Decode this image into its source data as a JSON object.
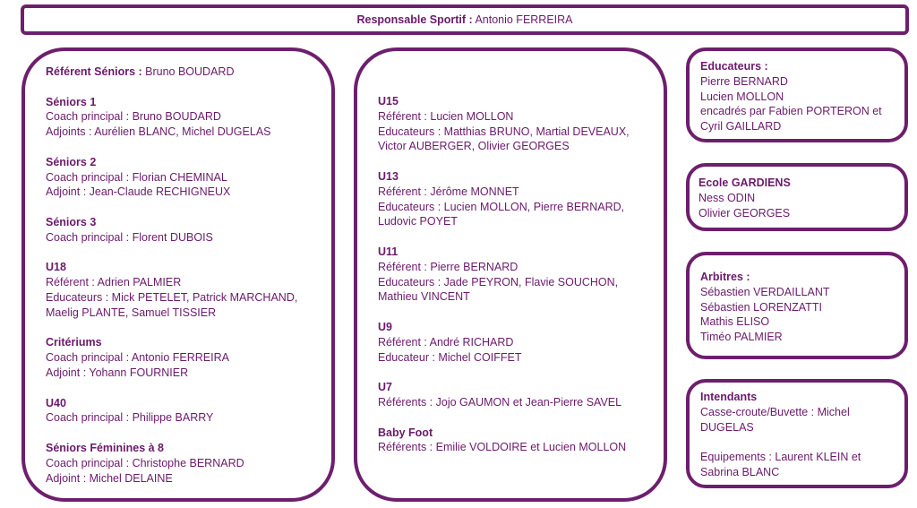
{
  "header": {
    "label": "Responsable Sportif :",
    "name": " Antonio FERREIRA"
  },
  "col1": {
    "referent_label": "Référent Séniors :",
    "referent_name": " Bruno BOUDARD",
    "groups": [
      {
        "title": "Séniors 1",
        "lines": [
          "Coach principal : Bruno BOUDARD",
          "Adjoints : Aurélien BLANC, Michel DUGELAS"
        ]
      },
      {
        "title": "Séniors 2",
        "lines": [
          "Coach principal : Florian CHEMINAL",
          "Adjoint : Jean-Claude RECHIGNEUX"
        ]
      },
      {
        "title": "Séniors 3",
        "lines": [
          "Coach principal : Florent DUBOIS"
        ]
      },
      {
        "title": "U18",
        "lines": [
          "Référent : Adrien PALMIER",
          "Educateurs : Mick PETELET, Patrick MARCHAND,",
          "Maelig PLANTE, Samuel TISSIER"
        ]
      },
      {
        "title": "Critériums",
        "lines": [
          "Coach principal : Antonio FERREIRA",
          "Adjoint : Yohann FOURNIER"
        ]
      },
      {
        "title": "U40",
        "lines": [
          "Coach principal : Philippe BARRY"
        ]
      },
      {
        "title": "Séniors Féminines à 8",
        "lines": [
          "Coach principal : Christophe BERNARD",
          "Adjoint : Michel DELAINE"
        ]
      }
    ]
  },
  "col2": {
    "groups": [
      {
        "title": "U15",
        "lines": [
          "Référent : Lucien MOLLON",
          "Educateurs : Matthias BRUNO, Martial DEVEAUX,",
          "Victor AUBERGER, Olivier GEORGES"
        ]
      },
      {
        "title": "U13",
        "lines": [
          "Référent : Jérôme MONNET",
          "Educateurs : Lucien MOLLON, Pierre BERNARD,",
          "Ludovic POYET"
        ]
      },
      {
        "title": "U11",
        "lines": [
          "Référent : Pierre BERNARD",
          "Educateurs : Jade PEYRON, Flavie SOUCHON,",
          "Mathieu VINCENT"
        ]
      },
      {
        "title": "U9",
        "lines": [
          "Référent : André RICHARD",
          "Educateur : Michel COIFFET"
        ]
      },
      {
        "title": "U7",
        "lines": [
          "Référents : Jojo GAUMON et Jean-Pierre SAVEL"
        ]
      },
      {
        "title": "Baby Foot",
        "lines": [
          "Référents : Emilie VOLDOIRE et Lucien MOLLON"
        ]
      }
    ]
  },
  "educateurs": {
    "title": "Educateurs :",
    "lines": [
      "Pierre BERNARD",
      "Lucien MOLLON",
      "encadrés par Fabien PORTERON et",
      "Cyril GAILLARD"
    ]
  },
  "gardiens": {
    "title": "Ecole GARDIENS",
    "lines": [
      "Ness ODIN",
      "Olivier GEORGES"
    ]
  },
  "arbitres": {
    "title": "Arbitres :",
    "lines": [
      "Sébastien VERDAILLANT",
      "Sébastien LORENZATTI",
      "Mathis ELISO",
      "Timéo PALMIER"
    ]
  },
  "intendants": {
    "title": "Intendants",
    "lines": [
      "Casse-croute/Buvette : Michel",
      "DUGELAS",
      "",
      "Equipements : Laurent KLEIN et",
      "Sabrina BLANC"
    ]
  }
}
